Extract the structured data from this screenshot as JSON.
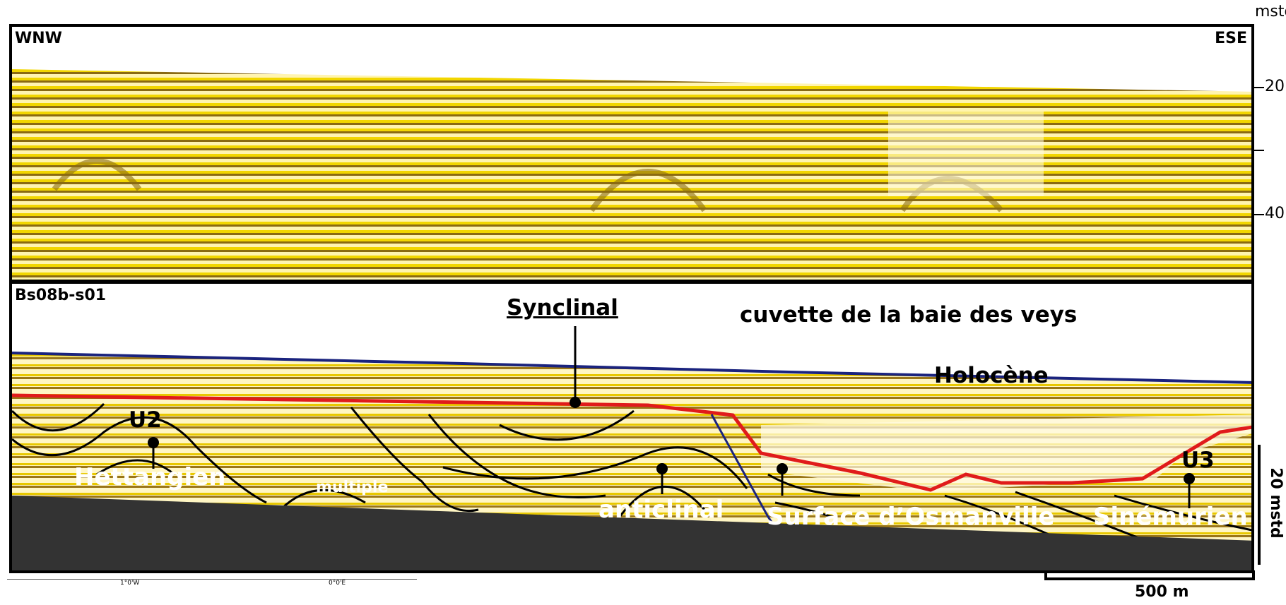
{
  "axis": {
    "unit": "mstd",
    "ticks": [
      "20",
      "40"
    ],
    "scale_unit_vertical": "20 mstd",
    "scale_bar_horizontal": "500 m"
  },
  "top_panel": {
    "left_direction": "WNW",
    "right_direction": "ESE"
  },
  "bottom_panel": {
    "profile_id": "Bs08b-s01",
    "labels": {
      "synclinal": "Synclinal",
      "cuvette": "cuvette de la baie des veys",
      "holocene": "Holocène",
      "u2": "U2",
      "u3": "U3",
      "hettangien": "Hettangien",
      "multiple": "multiple",
      "anticlinal": "anticlinal",
      "surface": "Surface d’Osmanville",
      "sinemurien": "Sinémurien"
    }
  },
  "colors": {
    "seismic_light": "#fff0a0",
    "seismic_yellow": "#f2d600",
    "seismic_brown": "#8a6a12",
    "seafloor_blue": "#1a237e",
    "holocene_base_red": "#e01b1b",
    "multiple_fill": "#333333"
  },
  "minimap": {
    "lon_left": "1°0'W",
    "lon_right": "0°0'E"
  }
}
